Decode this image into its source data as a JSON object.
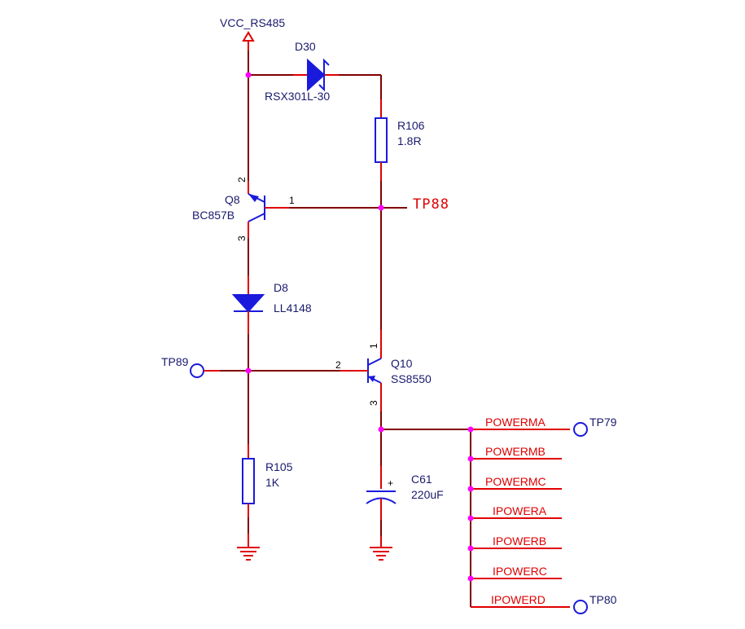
{
  "power": {
    "name": "VCC_RS485"
  },
  "components": {
    "d30": {
      "ref": "D30",
      "value": "RSX301L-30"
    },
    "r106": {
      "ref": "R106",
      "value": "1.8R"
    },
    "q8": {
      "ref": "Q8",
      "value": "BC857B",
      "pin_b": "1",
      "pin_e": "2",
      "pin_c": "3"
    },
    "d8": {
      "ref": "D8",
      "value": "LL4148"
    },
    "q10": {
      "ref": "Q10",
      "value": "SS8550",
      "pin_c": "1",
      "pin_b": "2",
      "pin_e": "3"
    },
    "r105": {
      "ref": "R105",
      "value": "1K"
    },
    "c61": {
      "ref": "C61",
      "value": "220uF",
      "polarity": "+"
    }
  },
  "testpoints": {
    "tp88": "TP88",
    "tp89": "TP89",
    "tp79": "TP79",
    "tp80": "TP80"
  },
  "nets": [
    "POWERMA",
    "POWERMB",
    "POWERMC",
    "IPOWERA",
    "IPOWERB",
    "IPOWERC",
    "IPOWERD"
  ],
  "colors": {
    "wire": "#800000",
    "pin": "#e00000",
    "component": "#1a1adc",
    "junction": "#ff00ff",
    "net_label": "#e00000"
  }
}
